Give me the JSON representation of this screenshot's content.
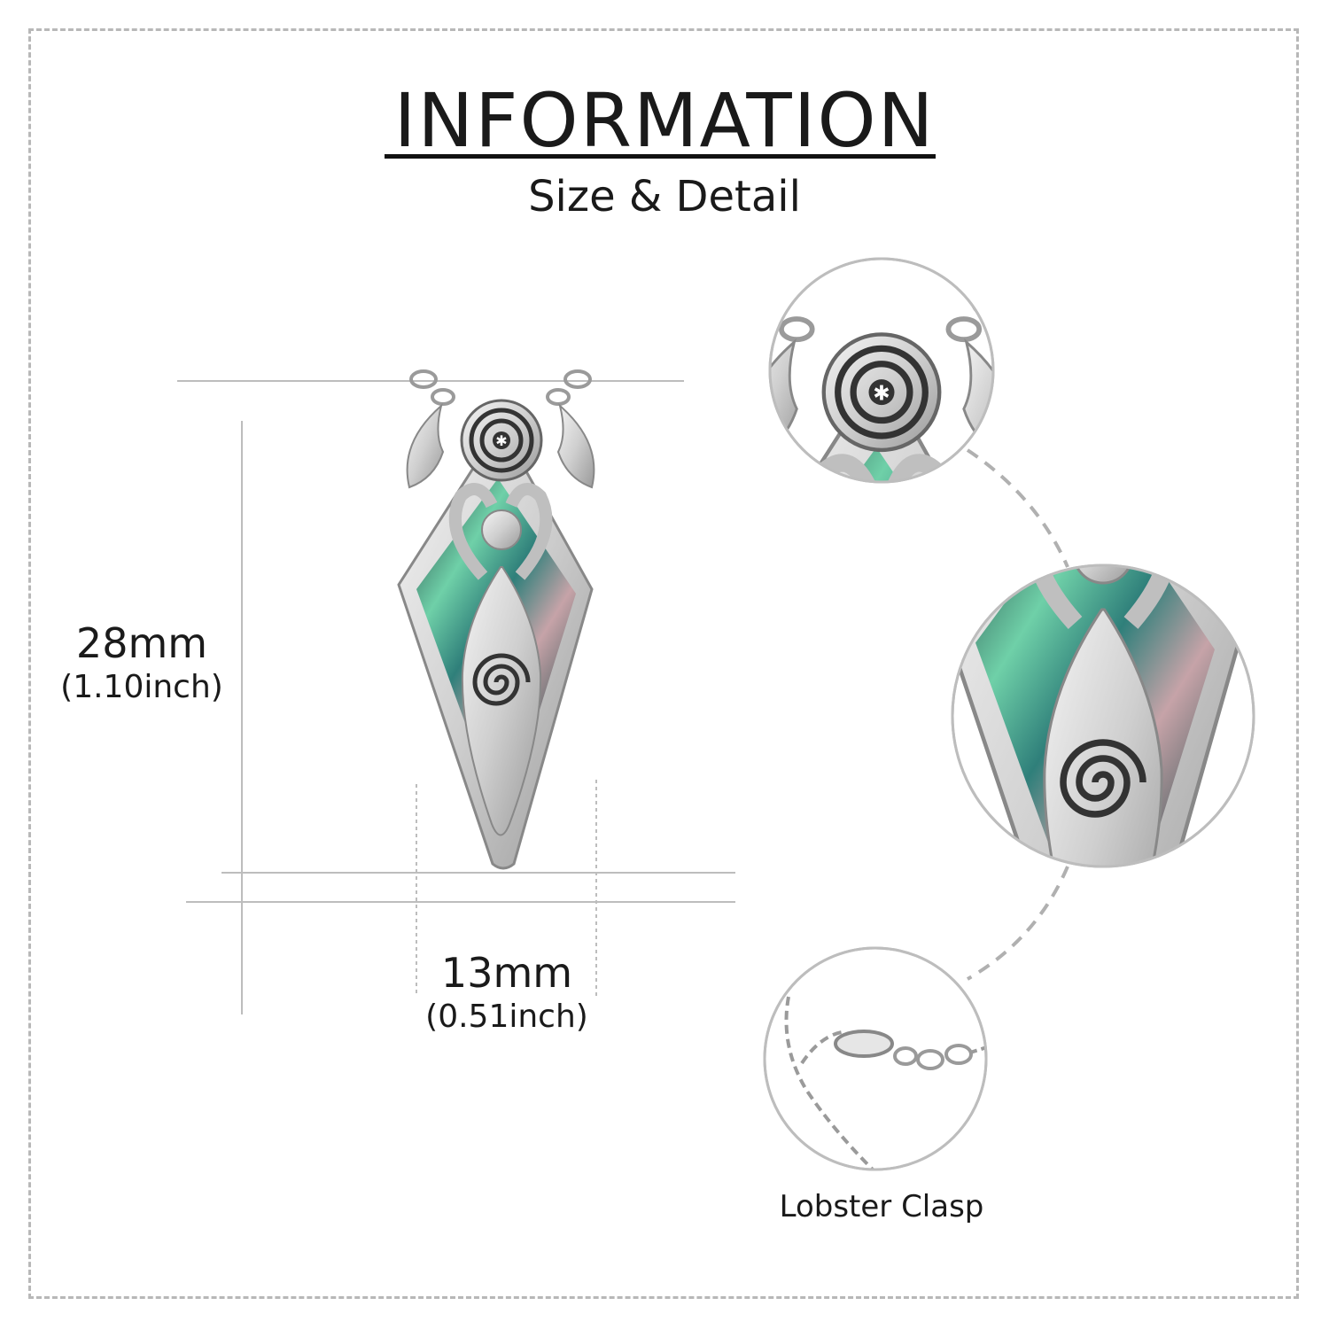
{
  "header": {
    "title": "INFORMATION",
    "subtitle": "Size & Detail"
  },
  "dimensions": {
    "height": {
      "mm": "28mm",
      "inch": "(1.10inch)"
    },
    "width": {
      "mm": "13mm",
      "inch": "(0.51inch)"
    }
  },
  "details": {
    "clasp_label": "Lobster Clasp"
  },
  "colors": {
    "silver": "#d9d9d9",
    "shell_teal": "#2f7f7a",
    "shell_green": "#6fd0a8",
    "shell_dark": "#1d3a3c",
    "guide_line": "#bdbdbd",
    "frame": "#b8b8b8"
  }
}
